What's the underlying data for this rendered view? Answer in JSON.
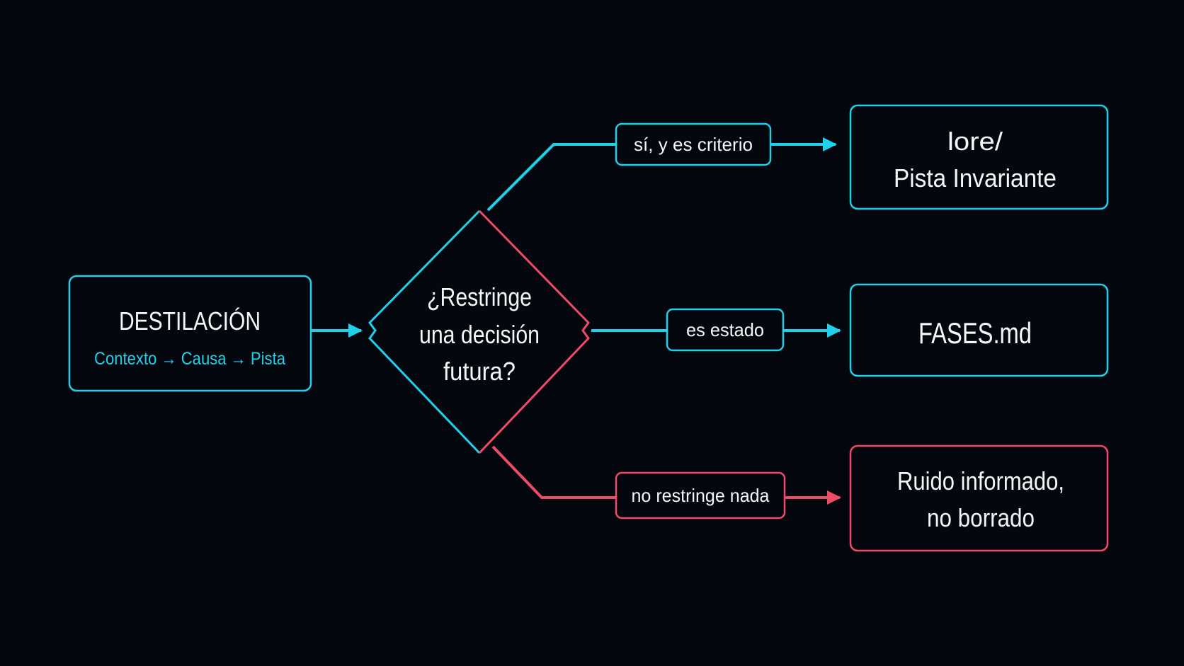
{
  "colors": {
    "background": "#05070f",
    "cyan": "#1fd0ea",
    "red": "#ef4a68",
    "text": "#f4f6f8"
  },
  "source": {
    "title": "DESTILACIÓN",
    "subtitle": "Contexto → Causa → Pista"
  },
  "decision": {
    "lines": [
      "¿Restringe",
      "una decisión",
      "futura?"
    ]
  },
  "branches": [
    {
      "label": "sí, y es criterio",
      "target_lines": [
        "lore/",
        "Pista Invariante"
      ],
      "color": "cyan"
    },
    {
      "label": "es estado",
      "target_lines": [
        "FASES.md"
      ],
      "color": "cyan"
    },
    {
      "label": "no restringe nada",
      "target_lines": [
        "Ruido informado,",
        "no borrado"
      ],
      "color": "red"
    }
  ]
}
